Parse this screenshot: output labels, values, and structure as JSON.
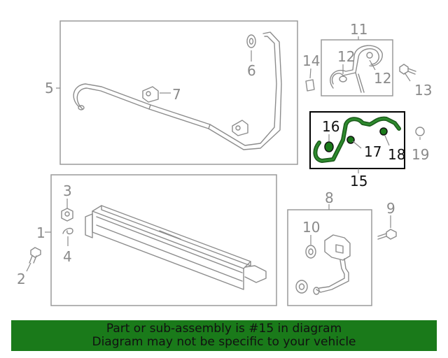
{
  "callouts": {
    "c1": "1",
    "c2": "2",
    "c3": "3",
    "c4": "4",
    "c5": "5",
    "c6": "6",
    "c7": "7",
    "c8": "8",
    "c9": "9",
    "c10": "10",
    "c11": "11",
    "c12a": "12",
    "c12b": "12",
    "c13": "13",
    "c14": "14",
    "c15": "15",
    "c16": "16",
    "c17": "17",
    "c18": "18",
    "c19": "19"
  },
  "highlight": {
    "part_number": "15",
    "color": "#1a7a1a",
    "box_border": "#000000"
  },
  "banner": {
    "line1": "Part or sub-assembly is #15 in diagram",
    "line2": "Diagram may not be specific to your vehicle",
    "color": "#1a7a1a"
  }
}
